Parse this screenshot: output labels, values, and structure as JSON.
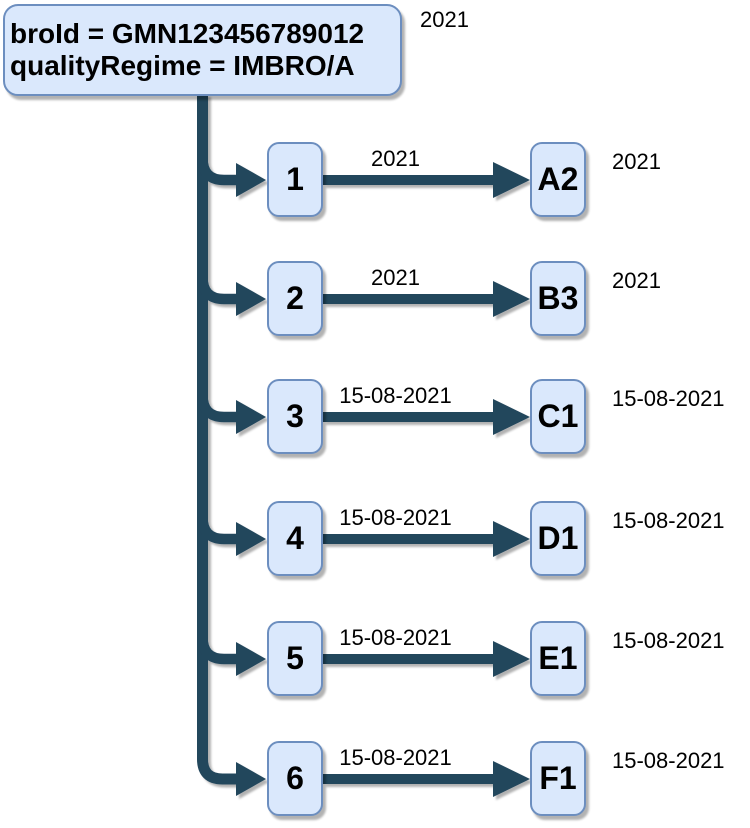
{
  "diagram": {
    "root": {
      "line1": "broId = GMN123456789012",
      "line2": "qualityRegime = IMBRO/A",
      "year": "2021"
    },
    "rows": [
      {
        "num": "1",
        "edge_label": "2021",
        "target": "A2",
        "side_label": "2021"
      },
      {
        "num": "2",
        "edge_label": "2021",
        "target": "B3",
        "side_label": "2021"
      },
      {
        "num": "3",
        "edge_label": "15-08-2021",
        "target": "C1",
        "side_label": "15-08-2021"
      },
      {
        "num": "4",
        "edge_label": "15-08-2021",
        "target": "D1",
        "side_label": "15-08-2021"
      },
      {
        "num": "5",
        "edge_label": "15-08-2021",
        "target": "E1",
        "side_label": "15-08-2021"
      },
      {
        "num": "6",
        "edge_label": "15-08-2021",
        "target": "F1",
        "side_label": "15-08-2021"
      }
    ],
    "colors": {
      "connector": "#24465c",
      "node_fill": "#dae8fc",
      "node_border": "#6c8ebf"
    }
  }
}
